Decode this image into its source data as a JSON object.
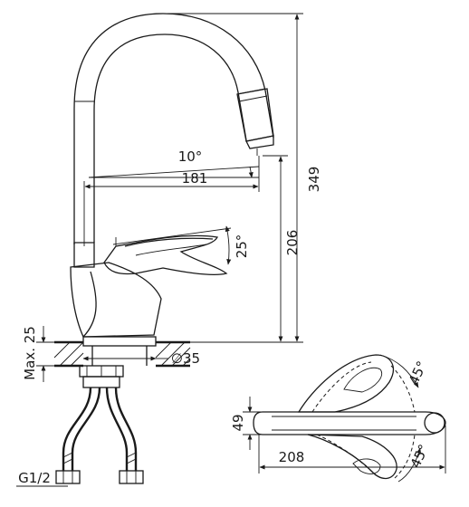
{
  "dimensions": {
    "height_total": "349",
    "height_spout": "206",
    "reach": "181",
    "spout_angle": "10°",
    "lever_angle": "25°",
    "max_thickness": "Max. 25",
    "hole_diameter": "∅35",
    "thread": "G1/2",
    "top_width": "49",
    "top_length": "208",
    "rotation_upper": "45°",
    "rotation_lower": "45°"
  },
  "colors": {
    "line": "#1a1a1a",
    "background": "#ffffff"
  }
}
